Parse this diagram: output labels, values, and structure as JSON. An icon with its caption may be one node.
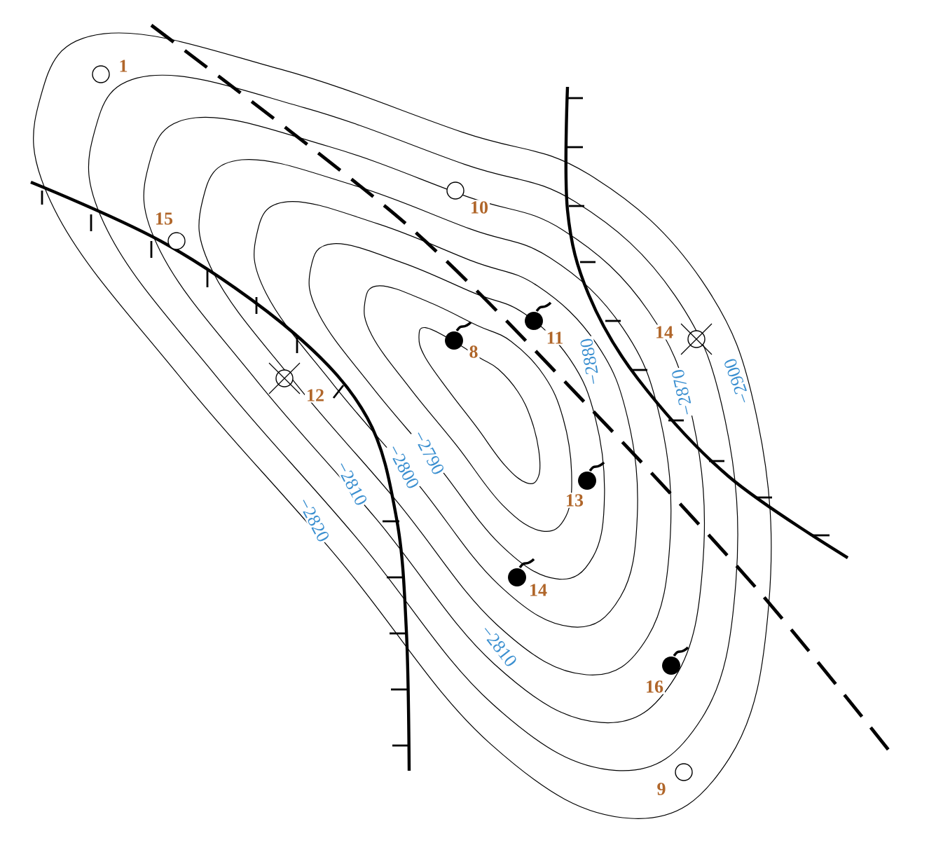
{
  "diagram": {
    "labels": [
      "1",
      "10",
      "15",
      "8",
      "11",
      "14",
      "12",
      "−2880",
      "−2870",
      "−2900",
      "−2790",
      "−2800",
      "−2810",
      "−2820",
      "13",
      "14",
      "−2810",
      "16",
      "9"
    ]
  }
}
